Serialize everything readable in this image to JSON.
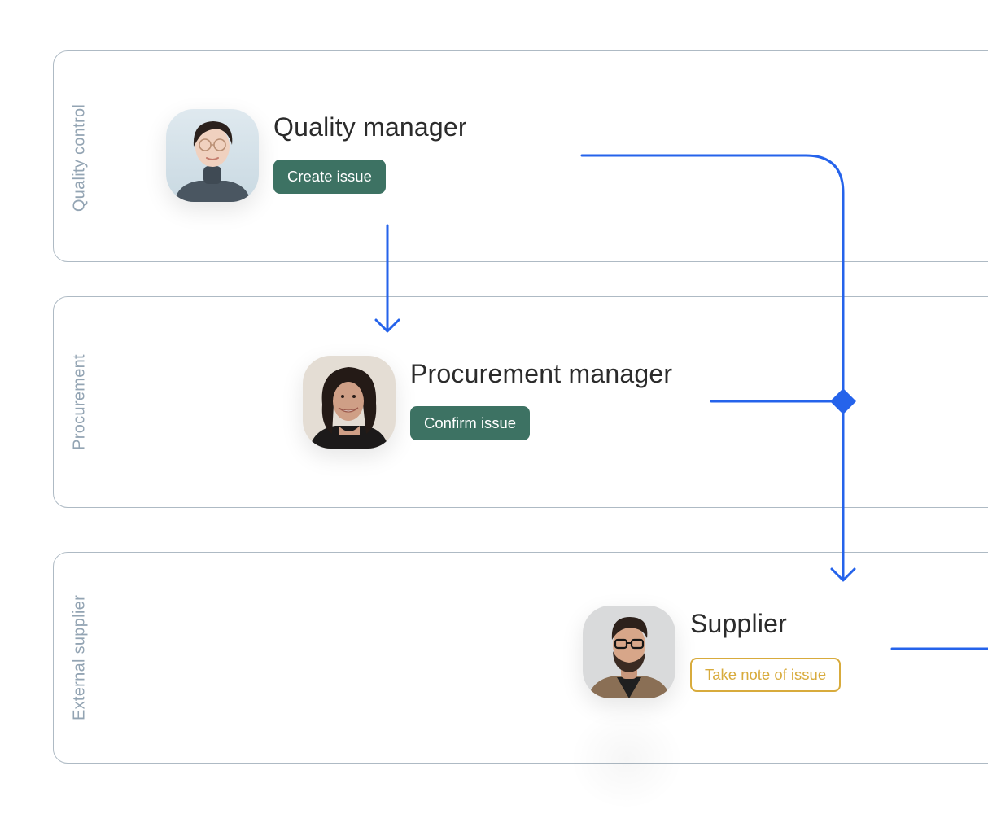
{
  "colors": {
    "connector": "#2563eb",
    "lane_border": "#aebac4",
    "lane_label": "#93a4b3",
    "solid_tag": "#3d7263",
    "outline_tag": "#d8ab3c"
  },
  "lanes": [
    {
      "label": "Quality control"
    },
    {
      "label": "Procurement"
    },
    {
      "label": "External supplier"
    }
  ],
  "roles": [
    {
      "title": "Quality manager",
      "tag": "Create issue",
      "tag_style": "solid",
      "avatar_icon": "woman-glasses-avatar"
    },
    {
      "title": "Procurement manager",
      "tag": "Confirm issue",
      "tag_style": "solid",
      "avatar_icon": "woman-smiling-avatar"
    },
    {
      "title": "Supplier",
      "tag": "Take note of issue",
      "tag_style": "outline",
      "avatar_icon": "man-glasses-beard-avatar"
    }
  ]
}
